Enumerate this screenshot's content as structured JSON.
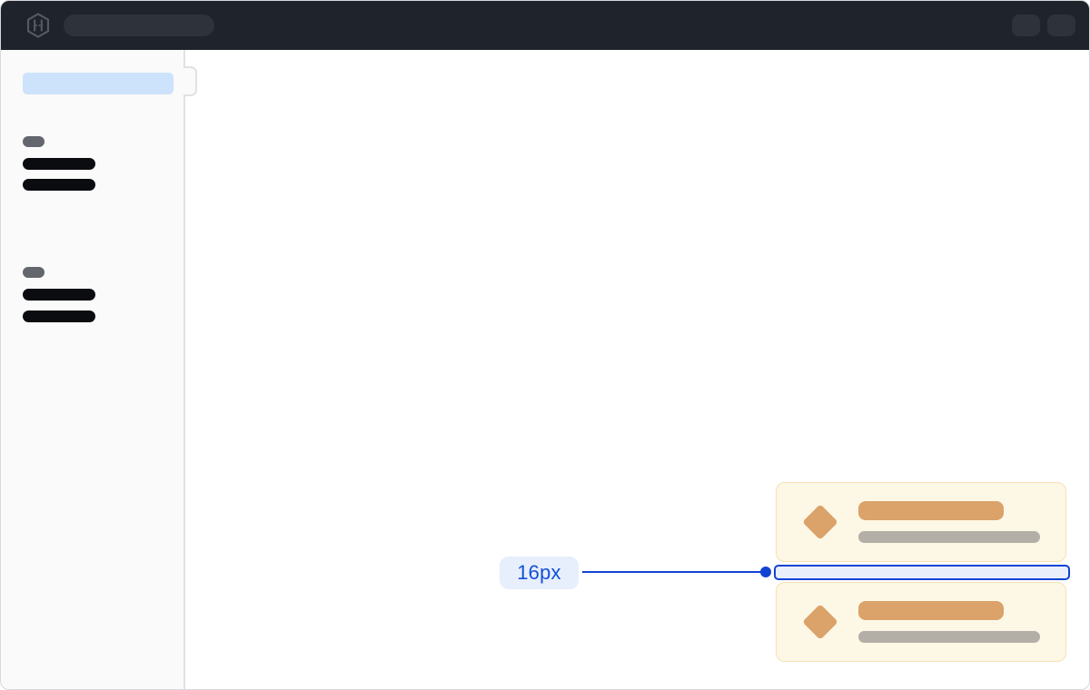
{
  "annotation": {
    "label": "16px",
    "meaning": "vertical spacing between stacked cards"
  },
  "topbar": {
    "logo_icon": "hashicorp-logo-icon",
    "controls": [
      "search-skeleton",
      "action-button-skeleton",
      "action-button-skeleton"
    ]
  },
  "sidebar": {
    "active_item_skeleton": 1,
    "groups": [
      {
        "section_label_skeleton": 1,
        "item_skeletons": 2
      },
      {
        "section_label_skeleton": 1,
        "item_skeletons": 2
      }
    ]
  },
  "cards": [
    {
      "icon": "diamond-icon",
      "title_skeleton": true,
      "subtitle_skeleton": true
    },
    {
      "icon": "diamond-icon",
      "title_skeleton": true,
      "subtitle_skeleton": true
    }
  ],
  "colors": {
    "topbar_bg": "#1f232b",
    "topbar_control_bg": "#2e323b",
    "logo_gray": "#565a63",
    "sidebar_bg": "#fafafa",
    "sidebar_border": "#e0e1e5",
    "active_item_skeleton_blue": "#cde2fb",
    "section_label_gray": "#63666d",
    "nav_item_black": "#0a0c10",
    "card_bg": "#fdf7e6",
    "card_border": "#f3e1b1",
    "card_accent_orange": "#dba269",
    "card_muted_gray": "#b4afa6",
    "measure_blue": "#1243d4",
    "measure_label_text": "#1451d9",
    "measure_fill": "#e9f0fc",
    "measure_label_bg": "#e7eefc"
  }
}
